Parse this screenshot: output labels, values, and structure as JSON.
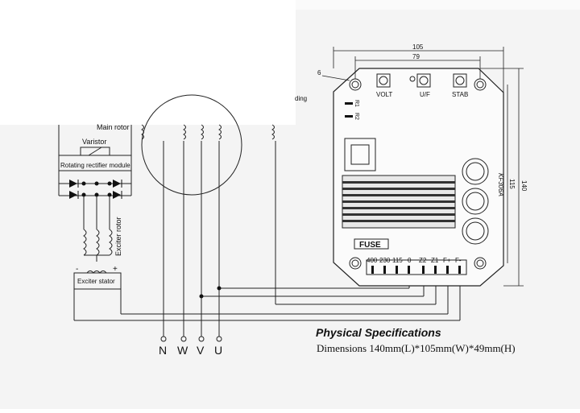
{
  "diagram": {
    "left": {
      "main_rotor": "Main rotor",
      "varistor": "Varistor",
      "rectifier": "Rotating rectifier module",
      "exciter_rotor": "Exciter rotor",
      "exciter_stator": "Exciter stator",
      "minus": "-",
      "plus": "+",
      "winding_partial": "ding"
    },
    "phases": [
      "N",
      "W",
      "V",
      "U"
    ],
    "regulator": {
      "dim_105": "105",
      "dim_79": "79",
      "dim_140": "140",
      "dim_115": "115",
      "dim_6": "6",
      "pot_labels": [
        "VOLT",
        "U/F",
        "STAB"
      ],
      "r1": "R1",
      "r2": "R2",
      "model": "KF306A",
      "fuse": "FUSE",
      "terminals": [
        "400",
        "230",
        "115",
        "0",
        "Z2",
        "Z1",
        "F+",
        "F-"
      ]
    }
  },
  "specs": {
    "title": "Physical Specifications",
    "dimensions": "Dimensions 140mm(L)*105mm(W)*49mm(H)"
  }
}
